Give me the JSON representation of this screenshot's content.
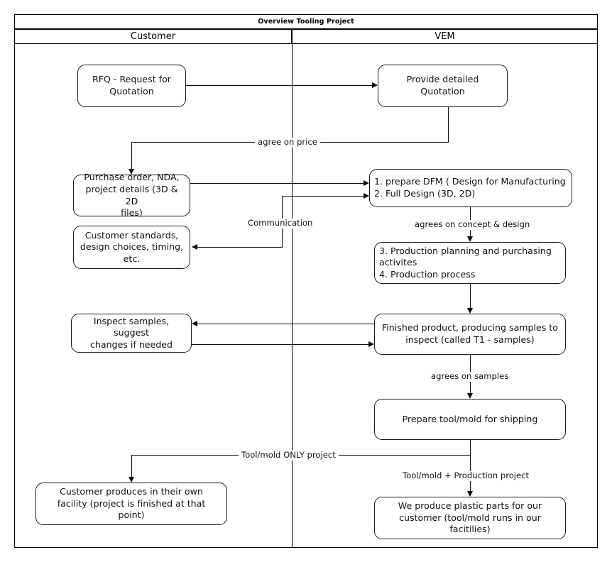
{
  "pool": {
    "title": "Overview Tooling Project",
    "lanes": [
      {
        "id": "customer",
        "label": "Customer"
      },
      {
        "id": "vem",
        "label": "VEM"
      }
    ]
  },
  "nodes": {
    "rfq": "RFQ - Request for\nQuotation",
    "quotation": "Provide detailed Quotation",
    "purchase_order": "Purchase order, NDA,\nproject details (3D & 2D\nfiles)",
    "customer_standards": "Customer standards,\ndesign choices, timing,\netc.",
    "dfm": "1. prepare DFM ( Design for Manufacturing\n2. Full Design (3D, 2D)",
    "production_planning": "3. Production planning and purchasing\nactivites\n4. Production process",
    "inspect_samples": "Inspect samples, suggest\nchanges if needed",
    "finished_product": "Finished product, producing samples to\ninspect (called T1 - samples)",
    "prepare_shipping": "Prepare tool/mold for shipping",
    "customer_produces": "Customer produces in their own\nfacility (project is finished at that\npoint)",
    "we_produce": "We produce plastic parts for our\ncustomer (tool/mold runs in our\nfacitilies)"
  },
  "edge_labels": {
    "agree_on_price": "agree on price",
    "communication": "Communication",
    "agrees_concept_design": "agrees on concept & design",
    "agrees_on_samples": "agrees on samples",
    "tool_mold_only": "Tool/mold ONLY project",
    "tool_mold_production": "Tool/mold + Production project"
  },
  "colors": {
    "line": "#0c0c0c",
    "node_border": "#1a1a1a",
    "background": "#ffffff"
  }
}
